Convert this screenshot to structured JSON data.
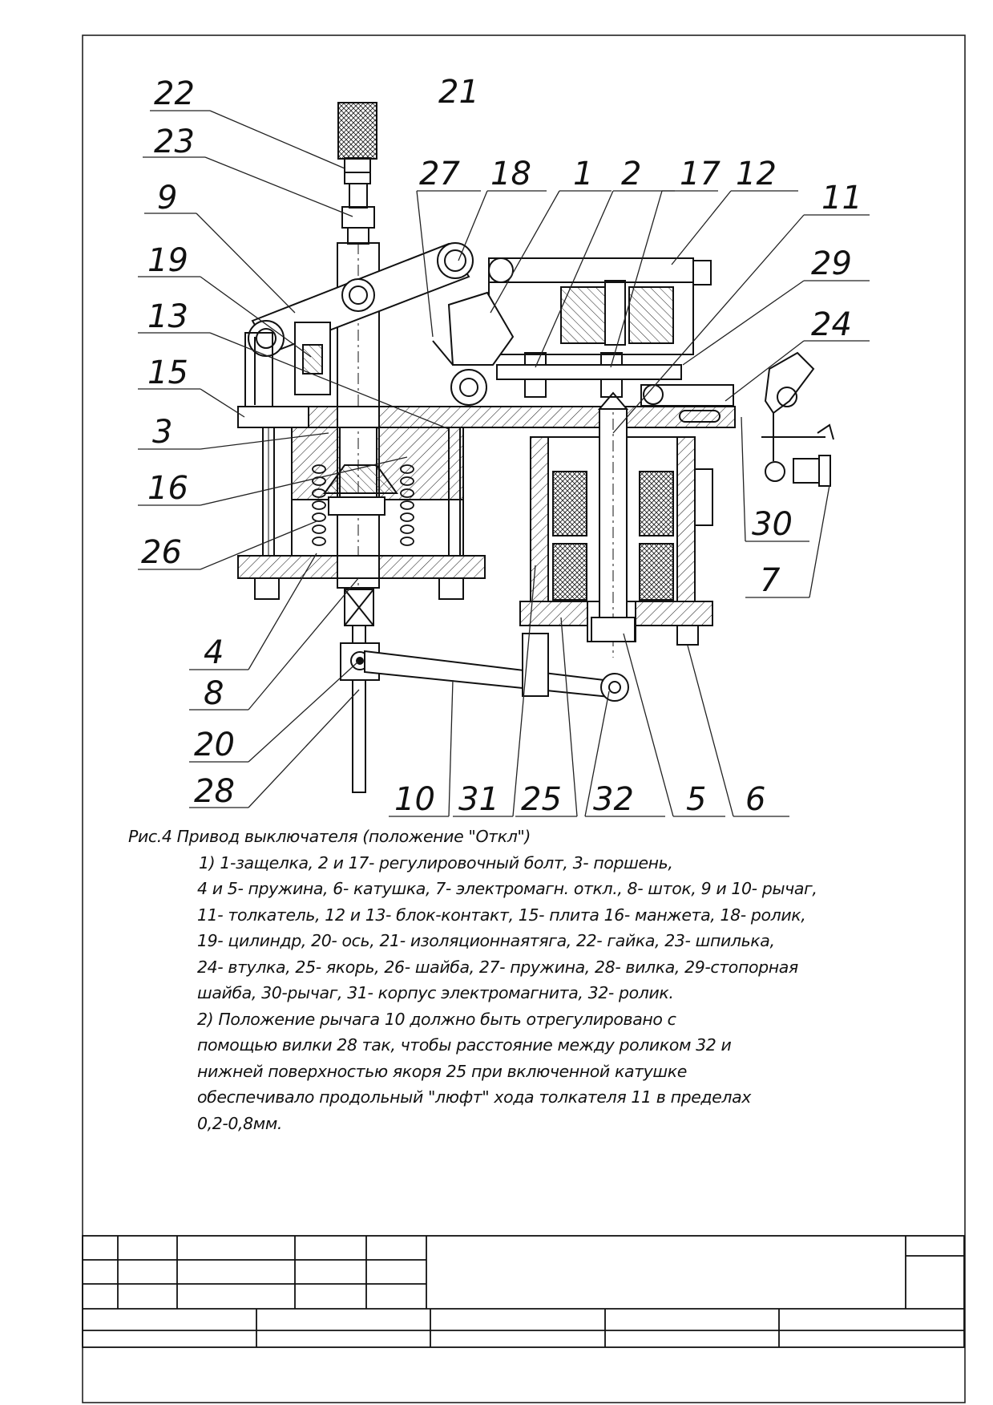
{
  "drawing": {
    "callouts": [
      "22",
      "21",
      "23",
      "27",
      "18",
      "1",
      "2",
      "17",
      "12",
      "9",
      "11",
      "29",
      "19",
      "24",
      "13",
      "15",
      "3",
      "16",
      "30",
      "26",
      "7",
      "4",
      "8",
      "20",
      "28",
      "10",
      "31",
      "25",
      "32",
      "5",
      "6"
    ]
  },
  "caption": {
    "title": "Рис.4 Привод выключателя (положение \"Откл\")",
    "lines": [
      "1) 1-защелка, 2 и 17- регулировочный болт, 3- поршень,",
      "4 и 5- пружина, 6- катушка, 7- электромагн. откл., 8- шток, 9 и 10- рычаг,",
      "11- толкатель, 12 и 13- блок-контакт, 15- плита 16- манжета, 18- ролик,",
      "19- цилиндр, 20- ось, 21- изоляционнаятяга, 22- гайка, 23- шпилька,",
      "24- втулка, 25- якорь, 26- шайба, 27- пружина, 28- вилка, 29-стопорная",
      "шайба, 30-рычаг, 31- корпус электромагнита, 32- ролик.",
      "2) Положение рычага 10 должно быть отрегулировано с",
      "помощью вилки 28 так, чтобы расстояние между роликом 32 и",
      "нижней поверхностью якоря 25 при включенной катушке",
      "обеспечивало продольный \"люфт\" хода толкателя 11 в пределах",
      "0,2-0,8мм."
    ]
  }
}
